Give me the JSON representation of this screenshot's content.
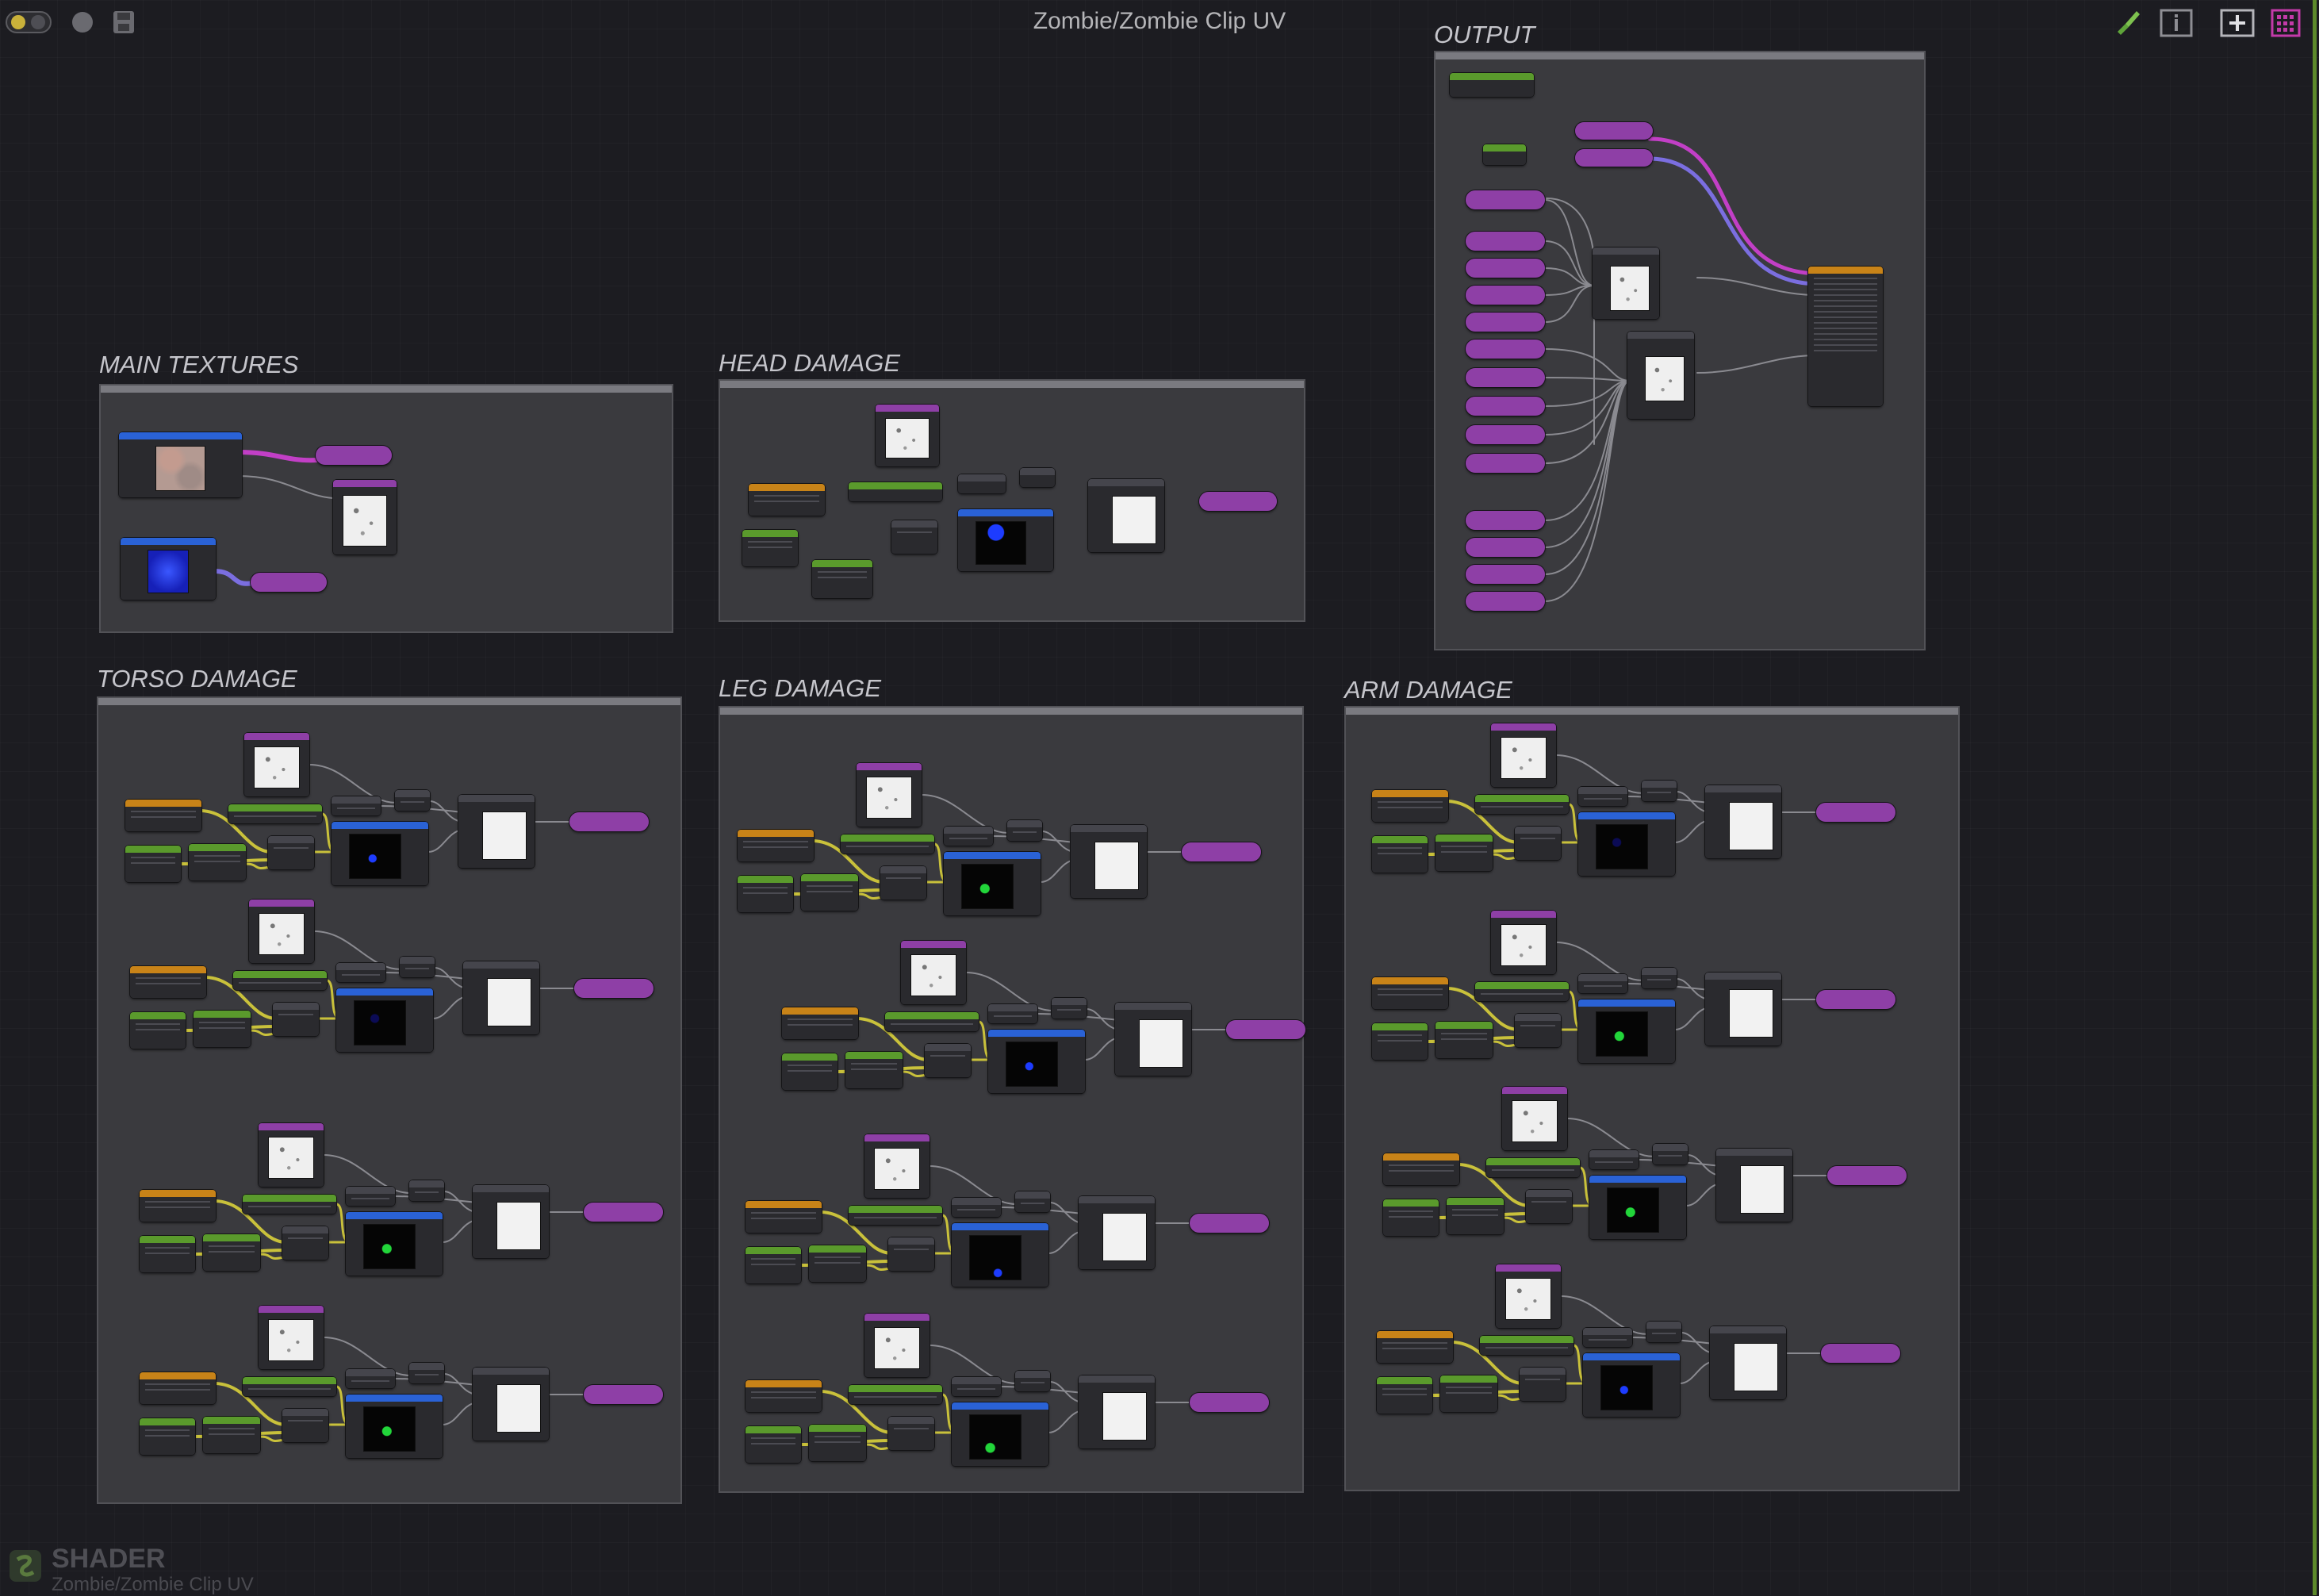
{
  "window": {
    "title": "Zombie/Zombie Clip UV"
  },
  "toolbar": {
    "left_icons": [
      "toggle-switch-icon",
      "circle-icon",
      "save-icon"
    ],
    "right_icons": [
      "brush-icon",
      "info-icon",
      "add-node-icon",
      "grid-view-icon"
    ]
  },
  "colors": {
    "background": "#1c1c21",
    "group_frame": "#3a3a3e",
    "purple_node": "#8e3fa6",
    "green_node": "#5a9a2c",
    "orange_node": "#c88318",
    "blue_node": "#2a62d6",
    "dark_node": "#45454c",
    "yellow_wire": "#c9c13b",
    "magenta_wire": "#c23fc6",
    "violet_wire": "#7b6ee0",
    "grey_wire": "#8a8a90",
    "accent_right_edge": "#5d8a2b"
  },
  "groups": [
    {
      "id": "main-textures",
      "title": "MAIN TEXTURES"
    },
    {
      "id": "head-damage",
      "title": "HEAD DAMAGE"
    },
    {
      "id": "output",
      "title": "OUTPUT"
    },
    {
      "id": "torso-damage",
      "title": "TORSO DAMAGE"
    },
    {
      "id": "leg-damage",
      "title": "LEG DAMAGE"
    },
    {
      "id": "arm-damage",
      "title": "ARM DAMAGE"
    }
  ],
  "footer": {
    "title": "SHADER",
    "subtitle": "Zombie/Zombie Clip UV"
  }
}
